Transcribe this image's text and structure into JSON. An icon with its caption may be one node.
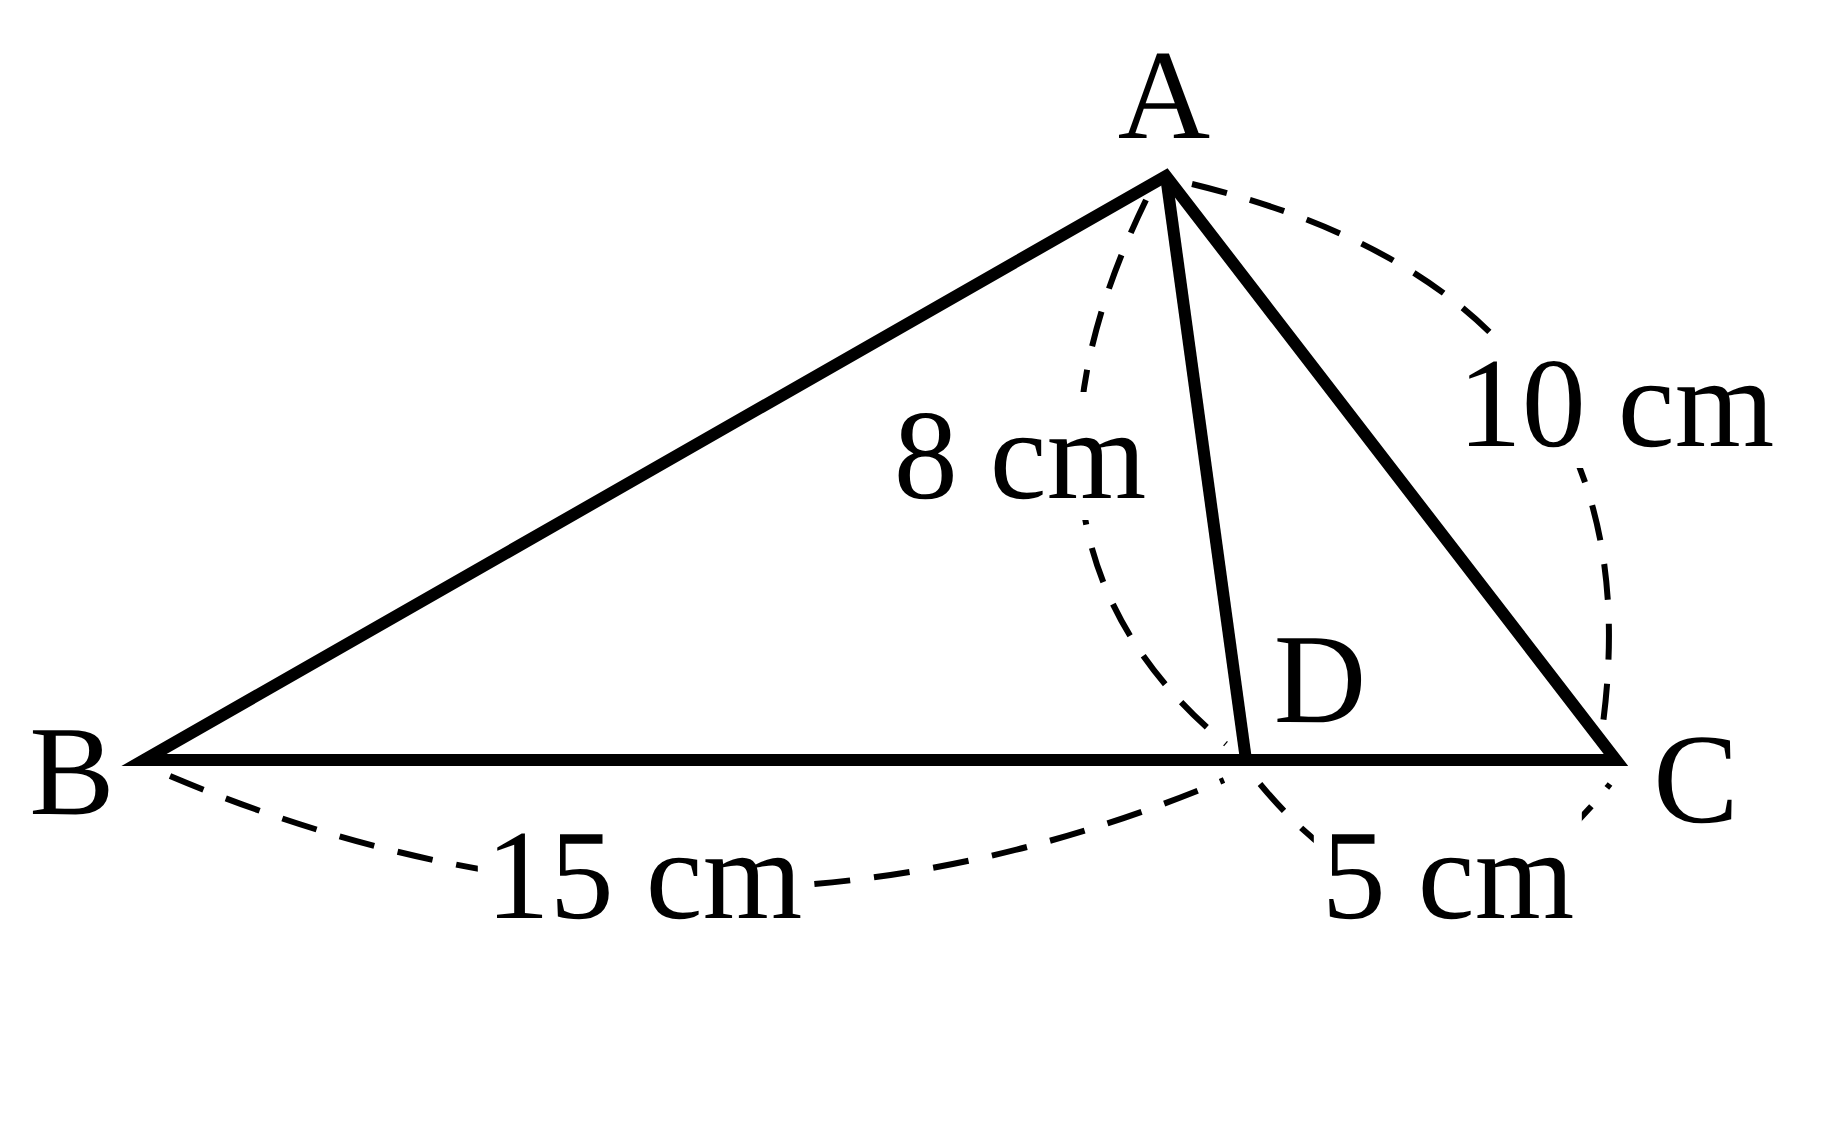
{
  "diagram": {
    "labels": [
      "A",
      "8 cm",
      "10 cm",
      "D",
      "B",
      "C",
      "15 cm",
      "5 cm"
    ]
  }
}
